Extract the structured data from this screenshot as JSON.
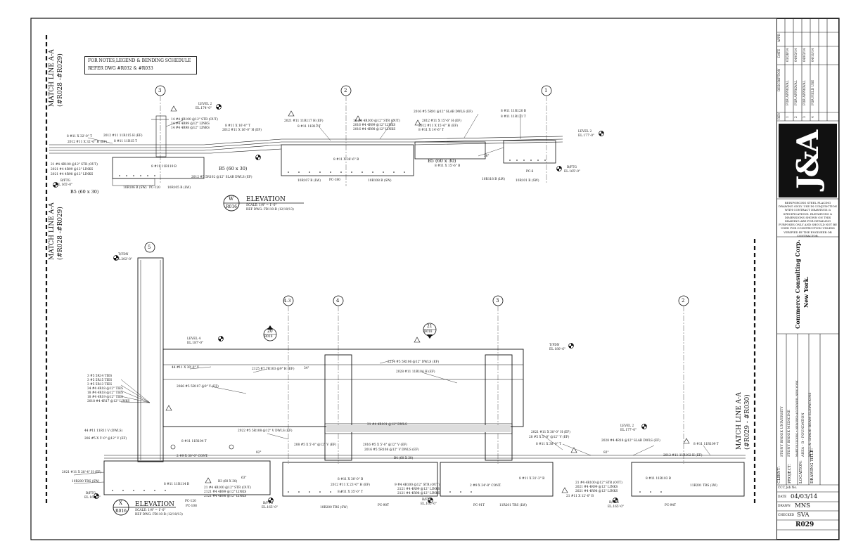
{
  "notes": {
    "line1": "FOR NOTES,LEGEND & BENDING SCHEDULE",
    "line2": "REFER DWG #R032 & #R033"
  },
  "match_lines": {
    "left_top": "MATCH LINE A-A",
    "left_top_sub": "(#R028 -#R029)",
    "left_bottom": "MATCH LINE A-A",
    "left_bottom_sub": "(#R028 -#R029)",
    "right": "MATCH LINE A-A",
    "right_sub": "(#R029 - #R030)"
  },
  "gridlines_top": [
    "3",
    "2",
    "1"
  ],
  "gridlines_bottom": [
    "5",
    "4-3",
    "4",
    "3",
    "2"
  ],
  "elevation_w": {
    "mark": "W",
    "sheet": "R016",
    "title": "ELEVATION",
    "scale": "SCALE: 1/4\" = 1'-0\"",
    "ref": "REF DWG: FB110-B (12/10/13)"
  },
  "elevation_x": {
    "mark": "X",
    "sheet": "R016",
    "title": "ELEVATION",
    "scale": "SCALE: 1/4\" = 1'-0\"",
    "ref": "REF DWG: FB110-B (12/10/13)"
  },
  "top_labels": {
    "level_top": "LEVEL 2",
    "el_top": "EL.174'-0\"",
    "level_right": "LEVEL 2",
    "el_right": "EL.177'-0\"",
    "btftg_left": "B/FTG",
    "btftg_left_el": "EL.165'-0\"",
    "btftg_right": "B/FTG",
    "btftg_right_el": "EL.165'-0\"",
    "beam_b5a": "B5 (60 x 30)",
    "beam_b5b": "B5 (60 x 30)",
    "beam_b5c": "B5 (60 x 30)",
    "pc6": "PC-6",
    "pc120": "PC-120",
    "pc180": "PC-180",
    "r_left_1": "8 #11 X 32'-0\" T",
    "r_left_2": "2012 #11 X 32'-6\" H (EF)",
    "r_left_3": "2012 #11 11R115 H (EF)",
    "r_left_4": "8 #11 11R15 T",
    "r_left_5": "21 #4 4R100 @12\" STR (OUT)",
    "r_left_6": "2021 #4 4R99 @12\" LINKS",
    "r_left_7": "2021 #4 4R98 @12\" LINKS",
    "r_left_8": "8 #11 11R119 B",
    "r_left_9": "10R106 B (SW)",
    "r_left_10": "10R105 B (LW)",
    "r_mid_1": "14 #4 4R100 @12\" STR (OUT)",
    "r_mid_2": "14 #4 4R99 @12\" LINKS",
    "r_mid_3": "14 #4 4R98 @12\" LINKS",
    "r_mid_4": "2012 #5 5R102 @12\" SLAB DWLS (EF)",
    "r_mid_5": "8 #11 X 16'-0\" T",
    "r_mid_6": "2012 #11 X 16'-0\" H (EF)",
    "r_mid_7": "2021 #11 11R117 H (EF)",
    "r_mid_8": "8 #11 11R13 T",
    "r_mid_9": "16 #4 4R100 @12\" STR (OUT)",
    "r_mid_10": "2016 #4 4R99 @12\" LINKS",
    "r_mid_11": "2016 #4 4R98 @12\" LINKS",
    "r_mid_12": "8 #11 X 36'-6\" B",
    "r_mid_13": "10R107 B (LW)",
    "r_mid_14": "10R108 B (SW)",
    "r_right_1": "2016 #5 5R01 @12\" SLAB DWLS (EF)",
    "r_right_2": "2012 #11 X 15'-6\" H (EF)",
    "r_right_3": "2012 #11 X 15'-6\" H (EF)",
    "r_right_4": "8 #11 X 14'-6\" T",
    "r_right_5": "8 #11 11R120 B",
    "r_right_6": "8 #11 11R121 T",
    "r_right_7": "8 #11 X 15'-6\" B",
    "r_right_8": "10R118 B (LW)",
    "r_right_9": "10R101 B (SW)",
    "dim_36": "36\""
  },
  "bottom_labels": {
    "tfdn_left": "T/FDN",
    "tfdn_left_el": "EL.202'-0\"",
    "tfdn_right": "T/FDN",
    "tfdn_right_el": "EL.180'-6\"",
    "level4": "LEVEL 4",
    "level4_el": "EL.187'-0\"",
    "level2": "LEVEL 2",
    "level2_el": "EL.177'-0\"",
    "btftg_1": "B/FTG",
    "btftg_1_el": "EL.165'-0\"",
    "btftg_2": "B/FTG",
    "btftg_2_el": "EL.165'-0\"",
    "btftg_3": "B/FTG",
    "btftg_3_el": "EL.165'-0\"",
    "btftg_4": "B/FTG",
    "btftg_4_el": "EL.165'-0\"",
    "det20_num": "20",
    "det20_sheet": "R018",
    "det21_num": "21",
    "det21_sheet": "R018",
    "pc90t": "PC-90T",
    "pc91t": "PC-91T",
    "pc94t": "PC-94T",
    "pc120b": "PC-120",
    "pc108": "PC-108",
    "b3": "B3 (60 X 30)",
    "b4": "B4 (60 X 30)",
    "r1": "3 #5 5R14 TIES",
    "r2": "3 #5 5R15 TIES",
    "r3": "3 #5 5R13 TIES",
    "r4": "34 #4 4R18 @12\" TIES",
    "r5": "18 #4 4R18 @12\" TIES",
    "r6": "18 #4 4R19 @12\" TIES",
    "r7": "2018 #4 4R17 @12\" LINKS",
    "r8": "44 #11 X 30'-0\" V",
    "r9": "2066 #5 5R107 @9\" V (EF)",
    "r10": "44 #11 11R11 V (DWLS)",
    "r11": "206 #5 X 5'-0\" @12\" V (EF)",
    "r12": "8 #11 11R104 T",
    "r13": "2 #9 X 30'-0\" CONT.",
    "r14": "2021 #11 X 28'-4\" H (EF)",
    "r15": "10R200 TRS (SW)",
    "r16": "8 #11 11R114 B",
    "r17": "2125 #7 7R103 @9\" H (EF)",
    "r18": "2254 #5 5R106 @12\" DWLS (EF)",
    "r19": "2028 #11 11R104 H (EF)",
    "r20": "2022 #5 5R108 @12\" V DWLS (EF)",
    "r21": "31 #4 4R101 @12\" DWLS",
    "r22": "208 #5 X 5'-0\" @12\" V (EF)",
    "r23": "2016 #5 X 5'-0\" @12\" V (EF)",
    "r24": "2016 #5 5R108 @12\" V DWLS (EF)",
    "r25": "21 #4 4R100 @12\" STR (OUT)",
    "r26": "2121 #4 4R99 @12\" LINKS",
    "r27": "2121 #4 4R98 @12\" LINKS",
    "r28": "8 #11 X 30'-0\" B",
    "r29": "2012 #11 X 23'-0\" H (EF)",
    "r30": "8 #11 X 35'-0\" T",
    "r31": "9 #4 4R100 @12\" STR (OUT)",
    "r32": "2121 #4 4R99 @12\" LINKS",
    "r33": "2121 #4 4R98 @12\" LINKS",
    "r34": "2 #9 X 34'-8\" CONT.",
    "r35": "10R200 TRS (SW)",
    "r36": "11R201 TRS (LW)",
    "r37": "2021 #11 X 38'-0\" H (EF)",
    "r38": "28 #5 X 5'-0\" @12\" V (EF)",
    "r39": "8 #11 X 38'-0\" T",
    "r40": "8 #11 X 31'-3\" B",
    "r41": "2028 #4 4R18 @12\" SLAB DWLS (EF)",
    "r42": "2012 #11 11R102 H (EF)",
    "r43": "8 #11 11R109 T",
    "r44": "8 #11 11R103 B",
    "r45": "11R201 TRS (LW)",
    "r46": "21 #4 4R100 @12\" STR (OUT)",
    "r47": "2021 #4 4R99 @12\" LINKS",
    "r48": "2021 #4 4R98 @12\" LINKS",
    "r49": "21 #11 X 12'-0\" B",
    "dim_34": "34\"",
    "dim_82a": "82\"",
    "dim_82b": "82\"",
    "dim_63": "63\""
  },
  "title_block": {
    "disclaimer": "REINFORCING STEEL PLACING DRAWING ONLY. USE IN CONJUNCTION WITH CONTRACT DRAWINGS & SPECIFICATIONS. ELEVATIONS & DIMENSIONS SHOWN ON THIS DRAWING ARE FOR DETAILING PURPOSES ONLY AND SHOULD NOT BE USED FOR CONSTRUCTION UNLESS VERIFIED BY THE ENGINEER OR CONTRACTOR.",
    "company": "Commerce Consulting Corp.",
    "city": "New York.",
    "logo": "J&A",
    "client_label": "CLIENT:",
    "client": "STONY BROOK UNIVERSITY",
    "project_label": "PROJECT:",
    "project": "STONY BROOK MEDICINE",
    "location_label": "LOCATION:",
    "location": "MART BUILDING • NEW RED AGGTOWER, NEW YORK",
    "title_label": "DRAWING TITLE:",
    "title1": "AREA - B - FOUNDATION",
    "title2": "WALL & GRADE BEAM ELEVATIONS",
    "job_label": "CCC Job No.",
    "date_label": "DATE",
    "date": "04/03/14",
    "drawn_label": "DRAWN",
    "drawn": "MNS",
    "checked_label": "CHECKED",
    "checked": "SVA",
    "sheet_no": "R029",
    "rev_headers": [
      "REV",
      "DESCRIPTION",
      "DATE",
      "APPR"
    ],
    "revisions": [
      {
        "rev": "1",
        "desc": "FOR APPROVAL",
        "date": "03/28/14"
      },
      {
        "rev": "2",
        "desc": "FOR APPROVAL",
        "date": "04/03/14"
      },
      {
        "rev": "3",
        "desc": "FOR APPROVAL",
        "date": "04/03/14"
      },
      {
        "rev": "4",
        "desc": "FOR FIELD USE",
        "date": "04/11/14"
      }
    ]
  }
}
